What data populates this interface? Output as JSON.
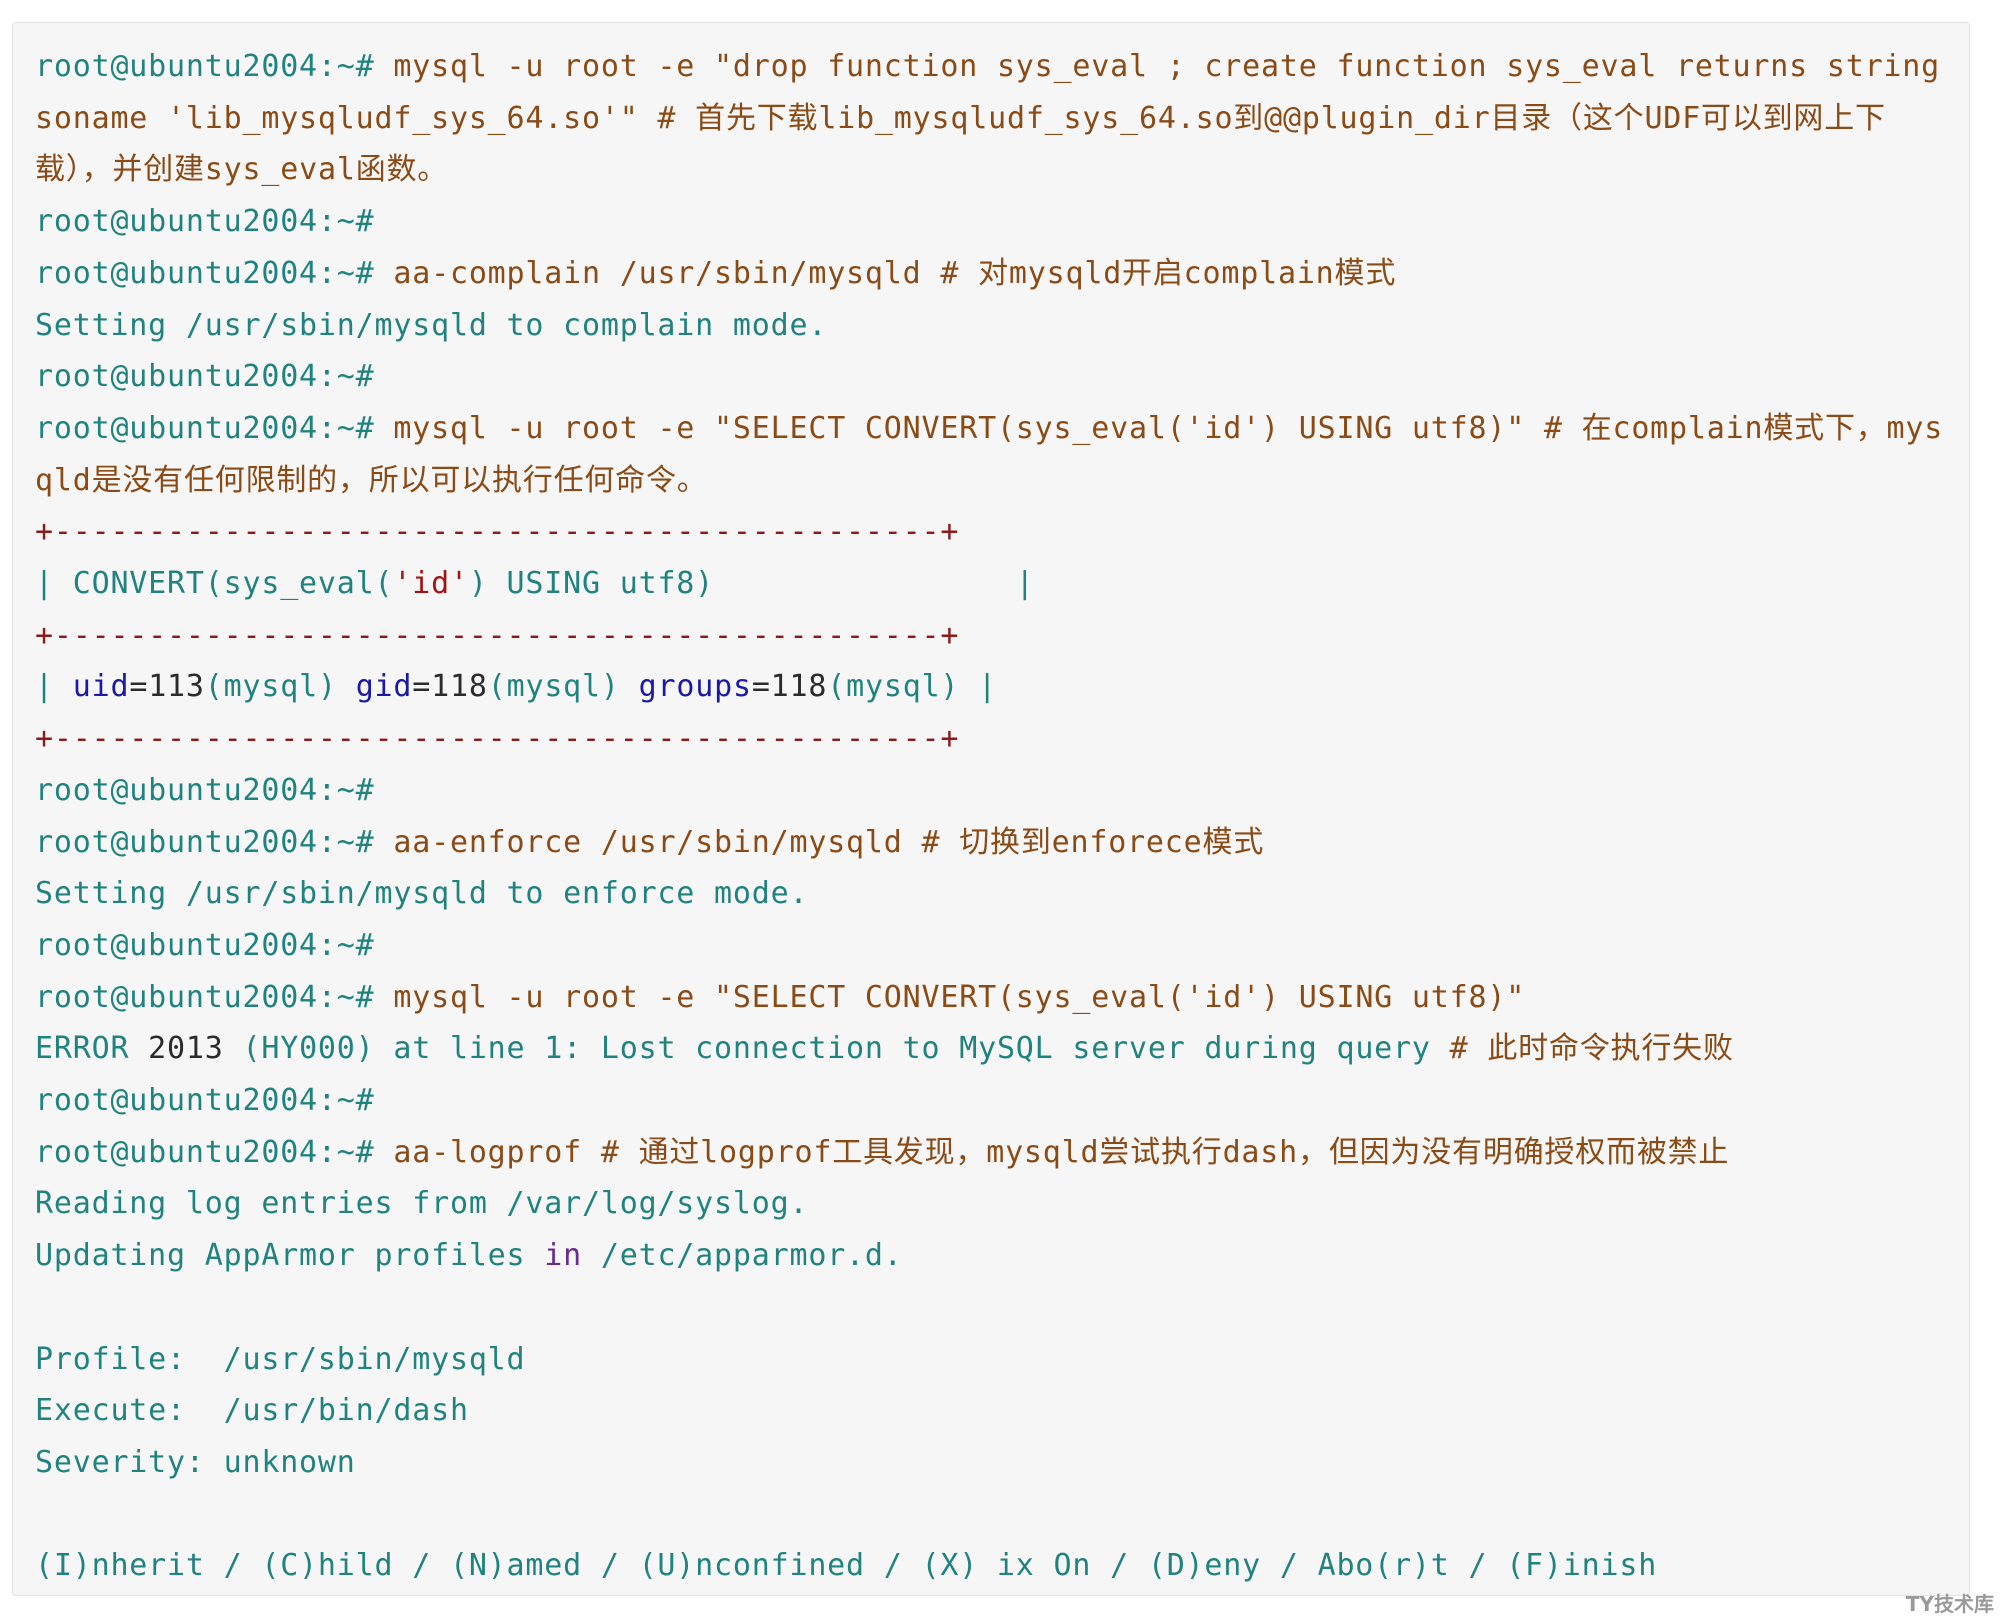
{
  "terminal": {
    "prompt": "root@ubuntu2004:~#",
    "lines": {
      "l1_cmd": " mysql -u root -e \"drop function sys_eval ; create function sys_eval returns string soname 'lib_mysqludf_sys_64.so'\" # 首先下载lib_mysqludf_sys_64.so到@@plugin_dir目录（这个UDF可以到网上下载），并创建sys_eval函数。",
      "l3_cmd": " aa-complain /usr/sbin/mysqld # 对mysqld开启complain模式",
      "l4_out": "Setting /usr/sbin/mysqld to complain mode.",
      "l6_cmd": " mysql -u root -e \"SELECT CONVERT(sys_eval('id') USING utf8)\" # 在complain模式下，mysqld是没有任何限制的，所以可以执行任何命令。",
      "table_border": "+-----------------------------------------------+",
      "table_header_pre": "| CONVERT(sys_eval(",
      "table_header_id": "'id'",
      "table_header_post": ") USING utf8)                |",
      "row_pipe_l": "| ",
      "row_uid": "uid",
      "row_uid_val": "=113",
      "row_uid_name": "(mysql) ",
      "row_gid": "gid",
      "row_gid_val": "=118",
      "row_gid_name": "(mysql) ",
      "row_groups": "groups",
      "row_groups_val": "=118",
      "row_groups_name": "(mysql) ",
      "row_pipe_r": "|",
      "l12_cmd": " aa-enforce /usr/sbin/mysqld # 切换到enforece模式",
      "l13_out": "Setting /usr/sbin/mysqld to enforce mode.",
      "l15_cmd": " mysql -u root -e \"SELECT CONVERT(sys_eval('id') USING utf8)\"",
      "l16_err_pre": "ERROR ",
      "l16_err_num": "2013",
      "l16_err_post": " (HY000) at line 1: Lost connection to MySQL server during query ",
      "l16_comment": "# 此时命令执行失败",
      "l18_cmd": " aa-logprof # 通过logprof工具发现，mysqld尝试执行dash，但因为没有明确授权而被禁止",
      "l19_out": "Reading log entries from /var/log/syslog.",
      "l20_pre": "Updating AppArmor profiles ",
      "l20_in": "in",
      "l20_post": " /etc/apparmor.d.",
      "l22_out": "Profile:  /usr/sbin/mysqld",
      "l23_out": "Execute:  /usr/bin/dash",
      "l24_out": "Severity: unknown",
      "l26_out": "(I)nherit / (C)hild / (N)amed / (U)nconfined / (X) ix On / (D)eny / Abo(r)t / (F)inish"
    }
  },
  "watermark": "TY技术库"
}
